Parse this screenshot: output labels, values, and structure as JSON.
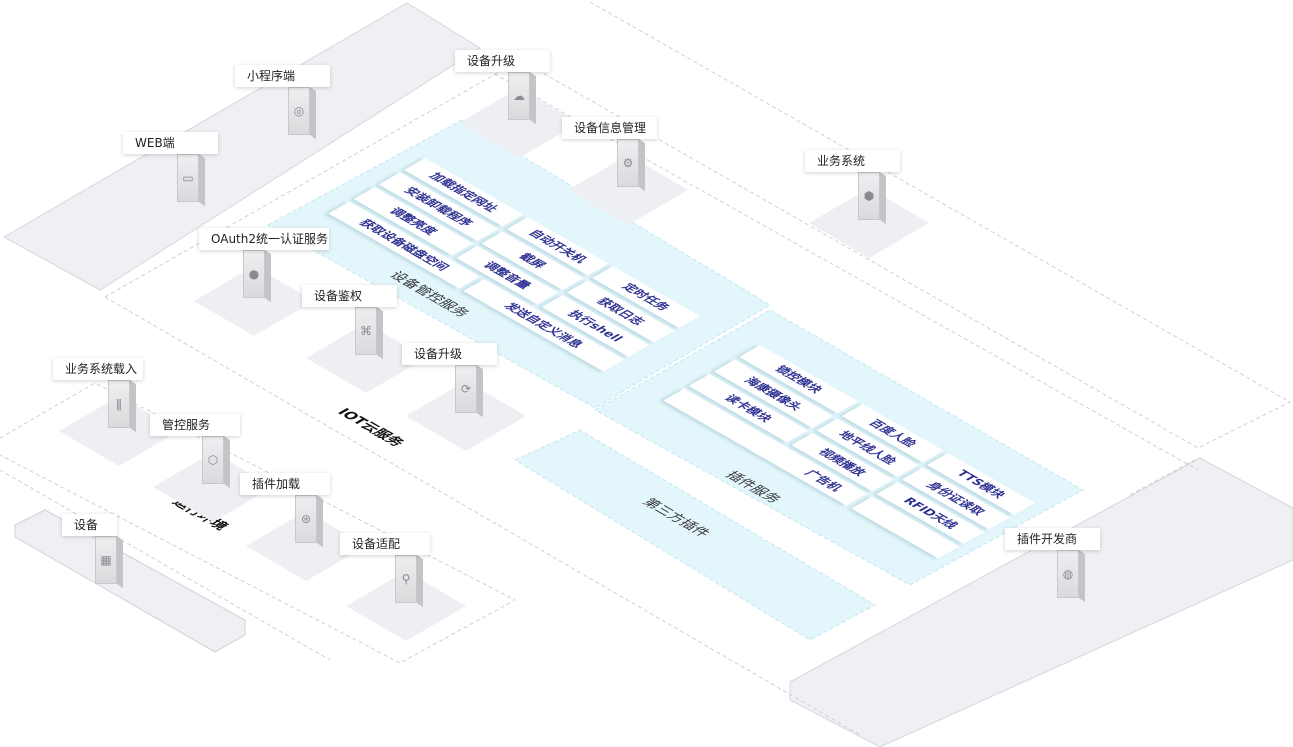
{
  "nodes": {
    "mini_program": "小程序端",
    "web": "WEB端",
    "upgrade_top": "设备升级",
    "device_info": "设备信息管理",
    "business_system": "业务系统",
    "oauth": "OAuth2统一认证服务",
    "device_auth": "设备鉴权",
    "upgrade_mid": "设备升级",
    "business_load": "业务系统载入",
    "control_service": "管控服务",
    "plugin_load": "插件加载",
    "device_adapter": "设备适配",
    "device": "设备",
    "plugin_developer": "插件开发商"
  },
  "planes": {
    "device_control": {
      "title": "设备管控服务",
      "rows": [
        [
          "加载指定网址",
          "自动开关机",
          "定时任务"
        ],
        [
          "安装卸载程序",
          "截屏",
          "获取日志"
        ],
        [
          "调整亮度",
          "调整音量",
          "执行shell"
        ],
        [
          "获取设备磁盘空间",
          "发送自定义消息"
        ]
      ]
    },
    "plugin_service": {
      "title": "插件服务",
      "rows": [
        [
          "锁控模块",
          "百度人脸",
          "TTS模块"
        ],
        [
          "海康摄像头",
          "地平线人脸",
          "身份证读取"
        ],
        [
          "读卡模块",
          "视频播放",
          "RFID天线"
        ],
        [
          "广告机",
          ""
        ]
      ]
    },
    "third_party": {
      "title": "第三方插件"
    }
  },
  "regions": {
    "iot_cloud": "IOT云服务",
    "runtime": "运行环境"
  },
  "colors": {
    "tile_text": "#2e3192",
    "service_plane": "#e3f6fb",
    "gray_plane": "#eff0f4"
  }
}
